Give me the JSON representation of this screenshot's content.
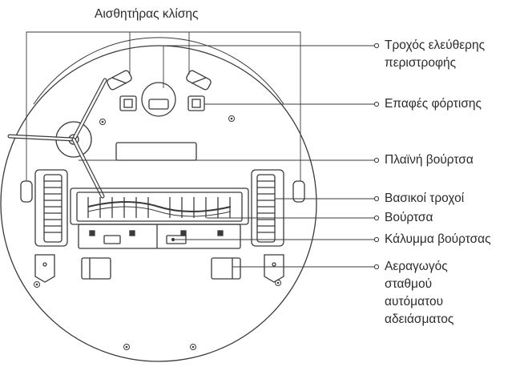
{
  "labels": {
    "cliff_sensor": "Αισθητήρας κλίσης",
    "caster_wheel": [
      "Τροχός ελεύθερης",
      "περιστροφής"
    ],
    "charging_contacts": "Επαφές φόρτισης",
    "side_brush": "Πλαϊνή βούρτσα",
    "main_wheels": "Βασικοί τροχοί",
    "main_brush": "Βούρτσα",
    "brush_cover": "Κάλυμμα βούρτσας",
    "auto_empty_duct": [
      "Αεραγωγός",
      "σταθμού",
      "αυτόματου",
      "αδειάσματος"
    ]
  },
  "colors": {
    "line": "#3a3a3a",
    "text": "#2b2b2b",
    "background": "#ffffff"
  }
}
